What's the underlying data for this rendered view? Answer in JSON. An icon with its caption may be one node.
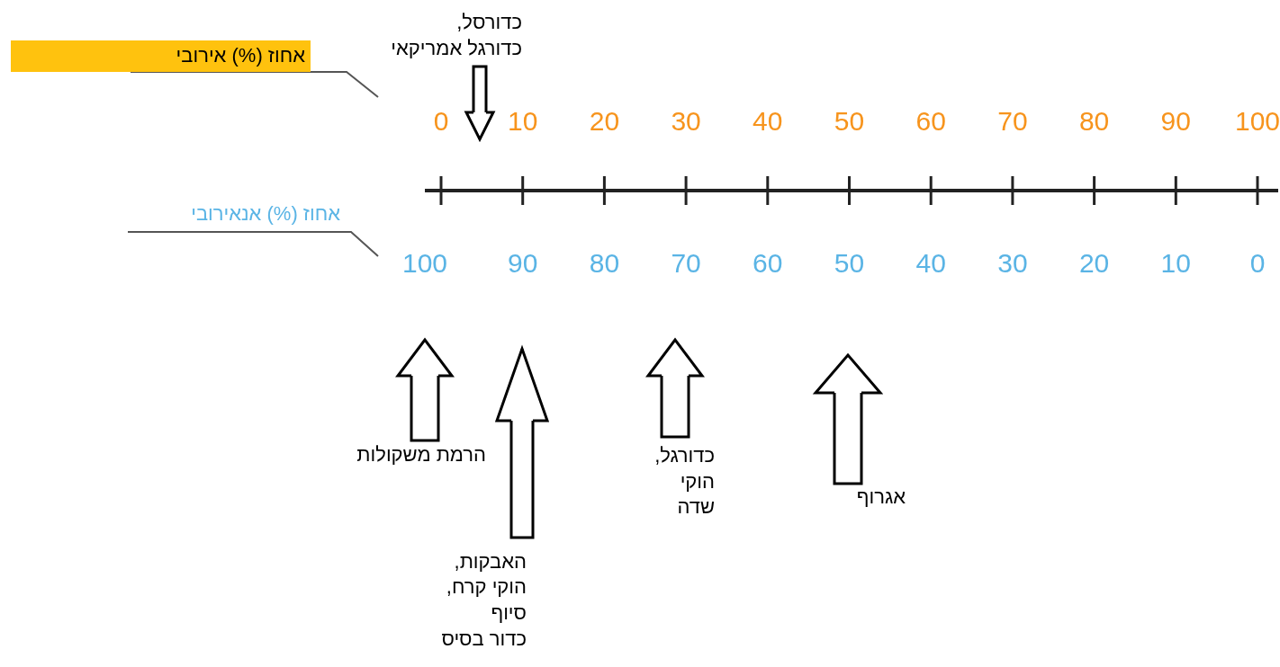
{
  "diagram": {
    "nodes": [
      {
        "text": [
          "אחוז (%) אירובי"
        ]
      },
      {
        "text": [
          "אחוז (%) אנאירובי"
        ]
      },
      {
        "text": [
          "כדורסל,",
          "כדורגל אמריקאי"
        ]
      },
      {
        "text": [
          "הרמת משקולות"
        ]
      },
      {
        "text": [
          "האבקות,",
          "הוקי קרח,",
          "סיוף",
          "כדור בסיס"
        ]
      },
      {
        "text": [
          "כדורגל,",
          "הוקי שדה"
        ]
      },
      {
        "text": [
          "אגרוף"
        ]
      }
    ],
    "edges": [
      {
        "from": 0,
        "to": null,
        "arrow": "none",
        "color": "#555555"
      },
      {
        "from": 1,
        "to": null,
        "arrow": "none",
        "color": "#555555"
      },
      {
        "from": 2,
        "to": null,
        "arrow": "to"
      },
      {
        "from": 3,
        "to": null,
        "arrow": "to"
      },
      {
        "from": 4,
        "to": null,
        "arrow": "to"
      },
      {
        "from": 5,
        "to": null,
        "arrow": "to"
      },
      {
        "from": 6,
        "to": null,
        "arrow": "to"
      }
    ],
    "labels": [
      "0",
      "10",
      "20",
      "30",
      "40",
      "50",
      "60",
      "70",
      "80",
      "90",
      "100",
      "100",
      "90",
      "80",
      "70",
      "60",
      "50",
      "40",
      "30",
      "20",
      "10",
      "0"
    ]
  }
}
